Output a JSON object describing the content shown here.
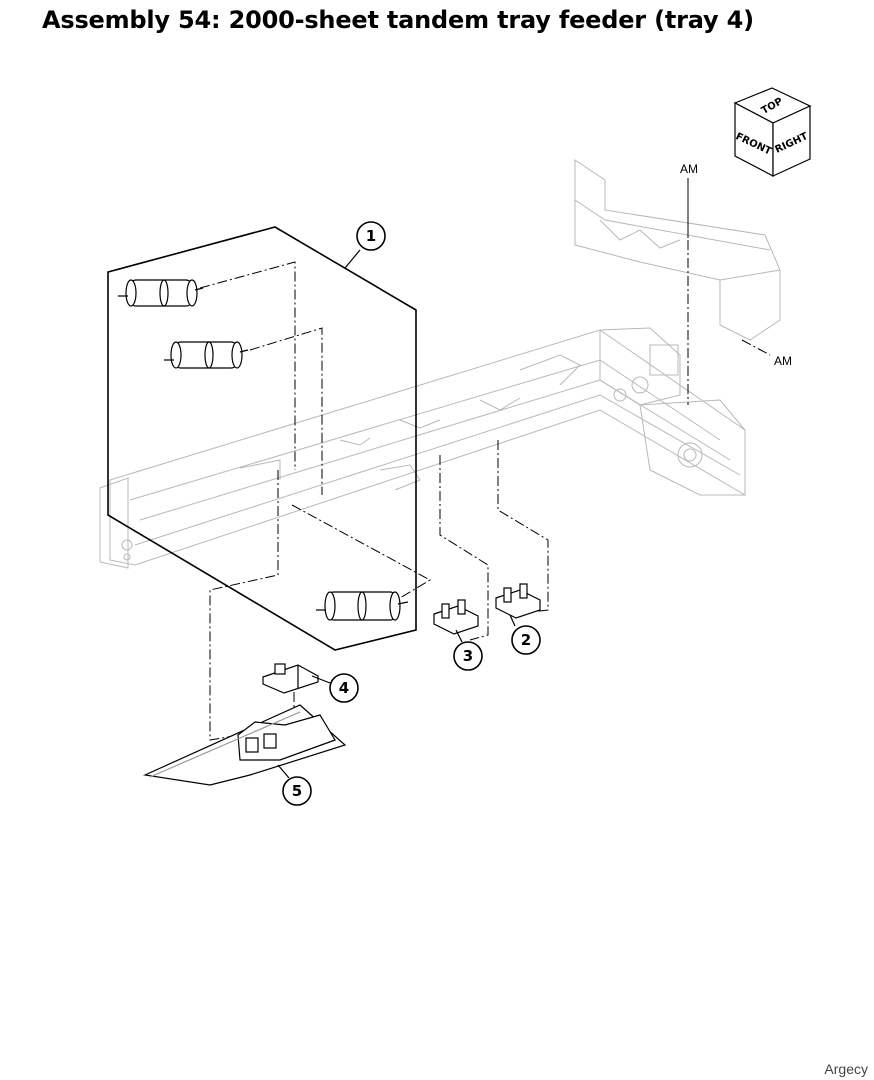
{
  "title": "Assembly 54: 2000-sheet tandem tray feeder (tray 4)",
  "watermark": "Argecy",
  "orientation_cube": {
    "top": "TOP",
    "front": "FRONT",
    "right": "RIGHT"
  },
  "callouts": [
    "1",
    "2",
    "3",
    "4",
    "5"
  ],
  "am_labels": [
    "AM",
    "AM"
  ]
}
